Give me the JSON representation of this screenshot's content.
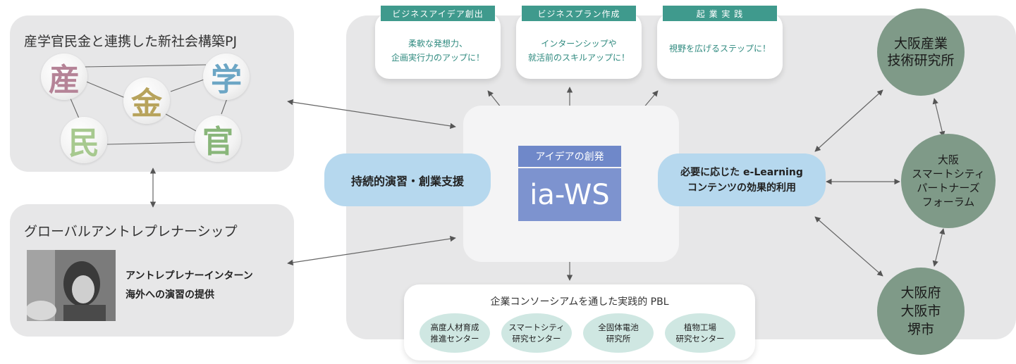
{
  "left_top": {
    "title": "産学官民金と連携した新社会構築PJ",
    "nodes": {
      "san": "産",
      "gaku": "学",
      "kin": "金",
      "min": "民",
      "kan": "官"
    },
    "colors": {
      "san": "#b58397",
      "gaku": "#6ca6c5",
      "kin": "#b7a35c",
      "min": "#a7c98f",
      "kan": "#89b67a"
    }
  },
  "left_bottom": {
    "title": "グローバルアントレプレナーシップ",
    "line1": "アントレプレナーインターン",
    "line2": "海外への演習の提供"
  },
  "top_cards": [
    {
      "tag": "ビジネスアイデア創出",
      "text": "柔軟な発想力、\n企画実行力のアップに！"
    },
    {
      "tag": "ビジネスプラン作成",
      "text": "インターンシップや\n就活前のスキルアップに！"
    },
    {
      "tag": "起 業 実 践",
      "text": "視野を広げるステップに！"
    }
  ],
  "center": {
    "header": "アイデアの創発",
    "title": "ia-WS"
  },
  "left_pill": "持続的演習・創業支援",
  "right_pill": {
    "line1": "必要に応じた e-Learning",
    "line2": "コンテンツの効果的利用"
  },
  "bottom_box": {
    "title": "企業コンソーシアムを通した実践的 PBL",
    "items": [
      "高度人材育成\n推進センター",
      "スマートシティ\n研究センター",
      "全固体電池\n研究所",
      "植物工場\n研究センター"
    ]
  },
  "right_circles": [
    "大阪産業\n技術研究所",
    "大阪\nスマートシティ\nパートナーズ\nフォーラム",
    "大阪府\n大阪市\n堺市"
  ],
  "colors": {
    "panel": "#e7e7e8",
    "teal": "#3f9a8d",
    "blue_pill": "#b6d8ee",
    "center_blue": "#6f88c9",
    "circle_green": "#7f9a88",
    "mini_green": "#cfe7e2"
  }
}
